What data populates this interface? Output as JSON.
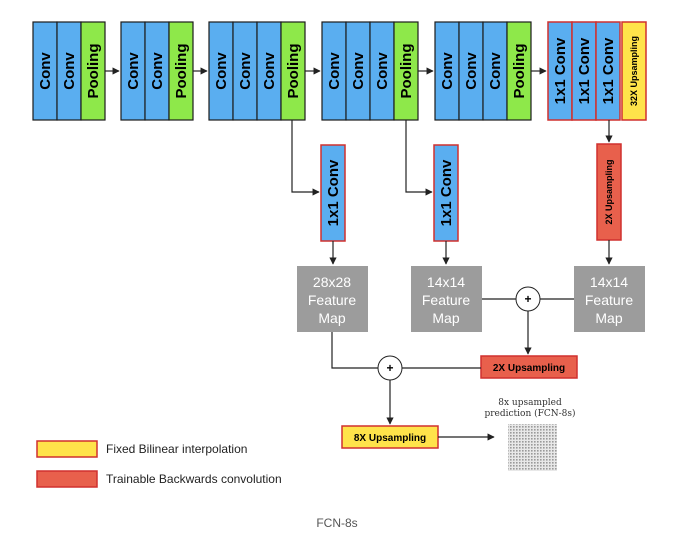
{
  "colors": {
    "conv": "#5aaef0",
    "pooling": "#8ee84a",
    "trainable": "#e8604c",
    "fixed": "#ffe34a",
    "feature_map": "#9c9c9c",
    "border_dark": "#1c1c1c",
    "border_red": "#d0302f"
  },
  "labels": {
    "conv": "Conv",
    "pooling": "Pooling",
    "conv1x1": "1x1 Conv",
    "up32": "32X Upsampling",
    "up2": "2X Upsampling",
    "up8": "8X Upsampling",
    "plus": "+"
  },
  "feature_maps": {
    "fm28": [
      "28x28",
      "Feature",
      "Map"
    ],
    "fm14a": [
      "14x14",
      "Feature",
      "Map"
    ],
    "fm14b": [
      "14x14",
      "Feature",
      "Map"
    ]
  },
  "prediction": {
    "line1": "8x upsampled",
    "line2": "prediction (FCN-8s)"
  },
  "legend": {
    "fixed": "Fixed Bilinear interpolation",
    "trainable": "Trainable Backwards convolution"
  },
  "caption": "FCN-8s"
}
